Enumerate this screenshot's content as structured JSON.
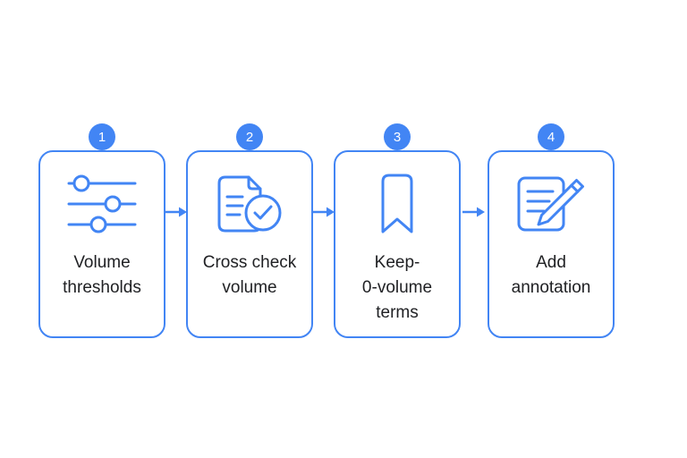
{
  "diagram": {
    "steps": [
      {
        "number": "1",
        "label": "Volume thresholds",
        "label_display": "Volume\nthresholds",
        "icon": "sliders-icon"
      },
      {
        "number": "2",
        "label": "Cross check volume",
        "label_display": "Cross check\nvolume",
        "icon": "document-check-icon"
      },
      {
        "number": "3",
        "label": "Keep-0-volume terms",
        "label_display": "Keep-\n0-volume\nterms",
        "icon": "bookmark-icon"
      },
      {
        "number": "4",
        "label": "Add annotation",
        "label_display": "Add\nannotation",
        "icon": "document-pencil-icon"
      }
    ],
    "colors": {
      "accent": "#4285F4",
      "badge": "#4285F4",
      "text": "#202124",
      "background": "#FFFFFF"
    }
  }
}
